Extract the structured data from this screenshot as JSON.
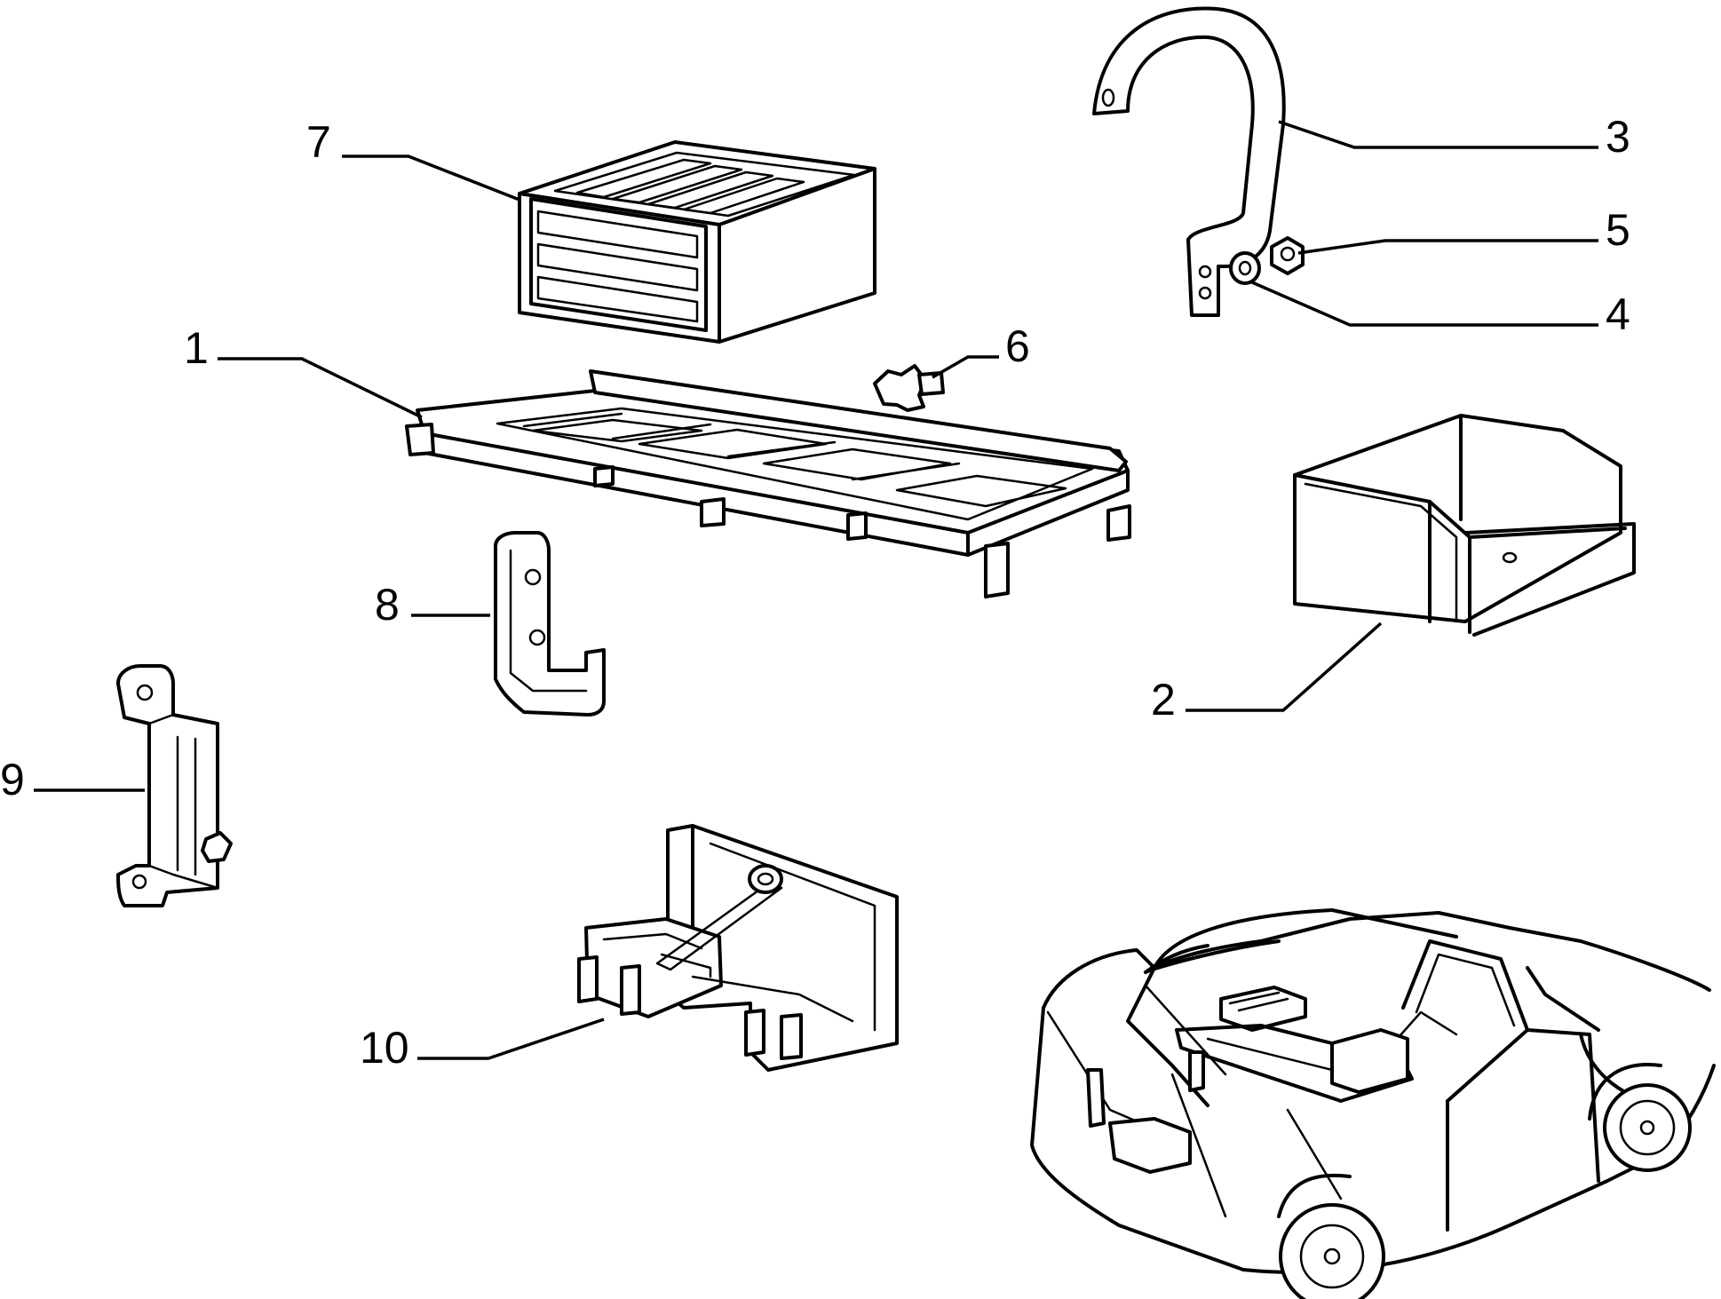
{
  "diagram": {
    "background": "#ffffff",
    "line_color": "#000000",
    "parts": [
      {
        "label": "1",
        "name": "luggage-rack-frame"
      },
      {
        "label": "2",
        "name": "storage-tray"
      },
      {
        "label": "3",
        "name": "hook-strap"
      },
      {
        "label": "4",
        "name": "washer"
      },
      {
        "label": "5",
        "name": "nut"
      },
      {
        "label": "6",
        "name": "knob-screw"
      },
      {
        "label": "7",
        "name": "crate-box"
      },
      {
        "label": "8",
        "name": "hook-bracket"
      },
      {
        "label": "9",
        "name": "side-bracket"
      },
      {
        "label": "10",
        "name": "folding-support"
      }
    ]
  }
}
